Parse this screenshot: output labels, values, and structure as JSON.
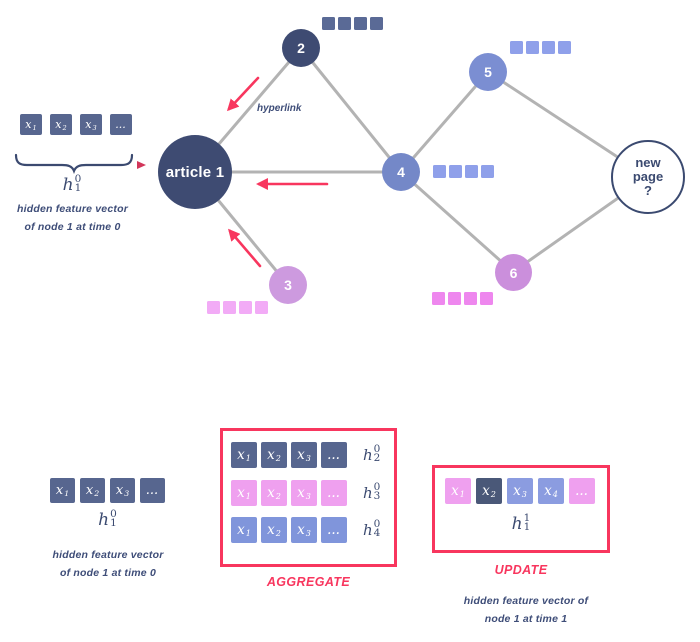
{
  "graph": {
    "nodes": {
      "article1": {
        "label": "article 1"
      },
      "n2": {
        "label": "2"
      },
      "n3": {
        "label": "3"
      },
      "n4": {
        "label": "4"
      },
      "n5": {
        "label": "5"
      },
      "n6": {
        "label": "6"
      },
      "new_page": {
        "line1": "new",
        "line2": "page",
        "line3": "?"
      }
    },
    "edge_label": "hyperlink"
  },
  "top_left_vector": {
    "cells": [
      {
        "b": "x",
        "s": "1"
      },
      {
        "b": "x",
        "s": "2"
      },
      {
        "b": "x",
        "s": "3"
      },
      {
        "b": "...",
        "s": ""
      }
    ],
    "h": {
      "base": "h",
      "sup": "0",
      "sub": "1"
    },
    "caption1": "hidden feature vector",
    "caption2": "of node 1 at time 0"
  },
  "bottom_left_vector": {
    "cells": [
      {
        "b": "x",
        "s": "1"
      },
      {
        "b": "x",
        "s": "2"
      },
      {
        "b": "x",
        "s": "3"
      },
      {
        "b": "...",
        "s": ""
      }
    ],
    "h": {
      "base": "h",
      "sup": "0",
      "sub": "1"
    },
    "caption1": "hidden feature vector",
    "caption2": "of node 1 at time 0"
  },
  "aggregate": {
    "label": "AGGREGATE",
    "rows": [
      {
        "h": {
          "base": "h",
          "sup": "0",
          "sub": "2"
        },
        "cells": [
          {
            "b": "x",
            "s": "1"
          },
          {
            "b": "x",
            "s": "2"
          },
          {
            "b": "x",
            "s": "3"
          },
          {
            "b": "...",
            "s": ""
          }
        ]
      },
      {
        "h": {
          "base": "h",
          "sup": "0",
          "sub": "3"
        },
        "cells": [
          {
            "b": "x",
            "s": "1"
          },
          {
            "b": "x",
            "s": "2"
          },
          {
            "b": "x",
            "s": "3"
          },
          {
            "b": "...",
            "s": ""
          }
        ]
      },
      {
        "h": {
          "base": "h",
          "sup": "0",
          "sub": "4"
        },
        "cells": [
          {
            "b": "x",
            "s": "1"
          },
          {
            "b": "x",
            "s": "2"
          },
          {
            "b": "x",
            "s": "3"
          },
          {
            "b": "...",
            "s": ""
          }
        ]
      }
    ]
  },
  "update": {
    "label": "UPDATE",
    "cells": [
      {
        "b": "x",
        "s": "1"
      },
      {
        "b": "x",
        "s": "2"
      },
      {
        "b": "x",
        "s": "3"
      },
      {
        "b": "x",
        "s": "4"
      },
      {
        "b": "...",
        "s": ""
      }
    ],
    "h": {
      "base": "h",
      "sup": "1",
      "sub": "1"
    },
    "caption1": "hidden feature vector of",
    "caption2": "node 1 at time 1"
  },
  "colors": {
    "node_navy": "#3e4b72",
    "node_periwinkle": "#7488c8",
    "node_orchid": "#cd9adf",
    "accent_red": "#f8365e",
    "edge_gray": "#b3b3b3",
    "cell_navy": "#57668f",
    "cell_pink": "#efa0ef",
    "cell_periwinkle": "#8095db",
    "cell_dark": "#4a5878",
    "text_navy": "#3b4a70"
  }
}
